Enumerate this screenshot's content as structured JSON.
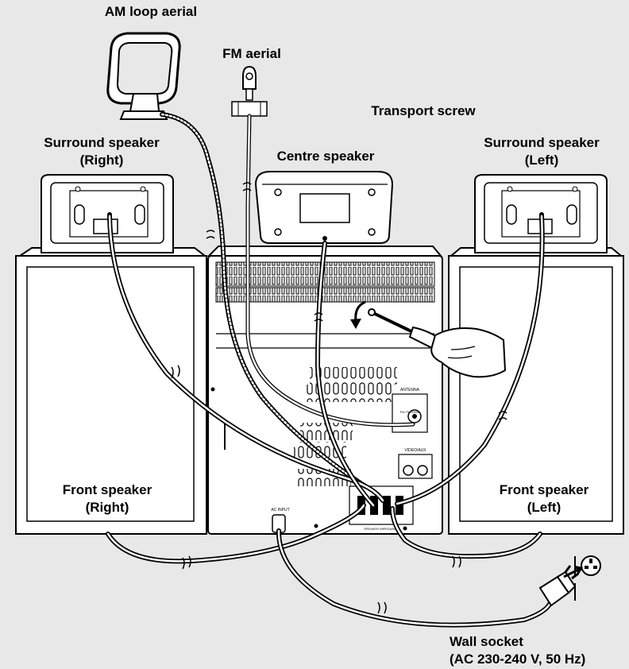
{
  "labels": {
    "am_loop_aerial": "AM loop aerial",
    "fm_aerial": "FM aerial",
    "transport_screw": "Transport screw",
    "centre_speaker": "Centre speaker",
    "surround_right_1": "Surround speaker",
    "surround_right_2": "(Right)",
    "surround_left_1": "Surround speaker",
    "surround_left_2": "(Left)",
    "front_right_1": "Front speaker",
    "front_right_2": "(Right)",
    "front_left_1": "Front speaker",
    "front_left_2": "(Left)",
    "wall_socket_1": "Wall socket",
    "wall_socket_2": "(AC 230-240 V, 50 Hz)"
  },
  "panel_text": {
    "antenna": "ANTENNA",
    "fm_75": "FM 75 OHMS",
    "video_aux": "VIDEO/AUX",
    "ac_input": "AC INPUT",
    "speakers": "SPEAKER IMPEDANCE"
  },
  "colors": {
    "background": "#e8e8e8",
    "device_fill": "#ffffff",
    "line": "#000000"
  }
}
